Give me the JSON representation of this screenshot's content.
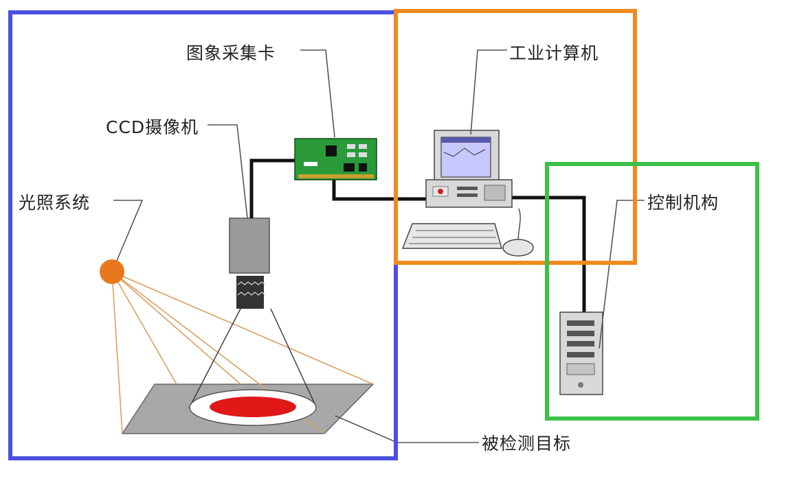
{
  "labels": {
    "image_grabber": "图象采集卡",
    "ccd_camera": "CCD摄像机",
    "lighting_system": "光照系统",
    "industrial_computer": "工业计算机",
    "control_unit": "控制机构",
    "target_object": "被检测目标"
  },
  "group_colors": {
    "vision": "#4a4fe0",
    "computer": "#f08a1e",
    "control": "#3cc04a"
  },
  "colors": {
    "light": "#e8781e",
    "light_rays": "#d8a060",
    "target_spot": "#e01818",
    "circuit_board": "#2a9a3a",
    "camera_body": "#9a9a9a",
    "floor_plate": "#a8a8a8"
  }
}
